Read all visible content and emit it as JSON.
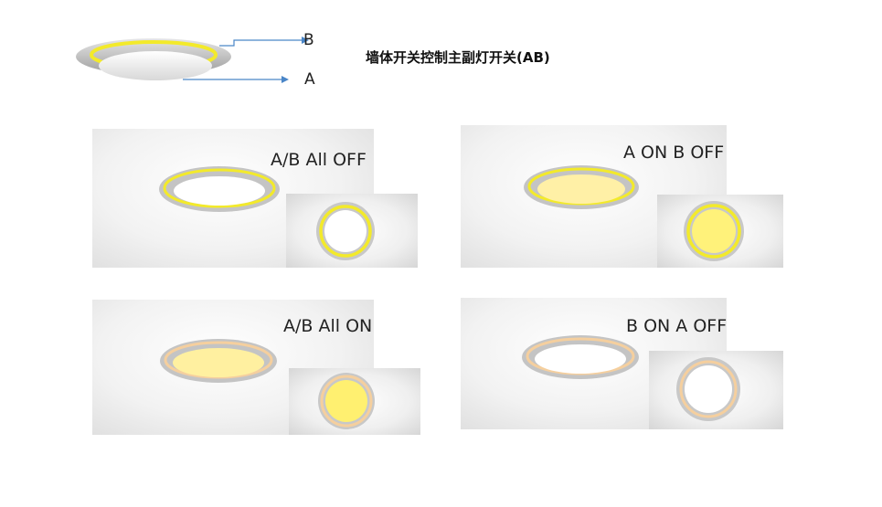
{
  "title": "墙体开关控制主副灯开关(AB)",
  "diagram": {
    "label_b": "B",
    "label_a": "A"
  },
  "panels": [
    {
      "label": "A/B  All OFF",
      "ring": "off",
      "center": "off"
    },
    {
      "label": "A ON  B OFF",
      "ring": "off",
      "center": "on"
    },
    {
      "label": "A/B All ON",
      "ring": "on",
      "center": "on"
    },
    {
      "label": "B ON A OFF",
      "ring": "on",
      "center": "off"
    }
  ],
  "colors": {
    "arrow": "#4a86c8",
    "ring_yellow": "#f3ea2a",
    "center_warm": "#fff3a8",
    "shell_gray": "#c8c8c8"
  }
}
